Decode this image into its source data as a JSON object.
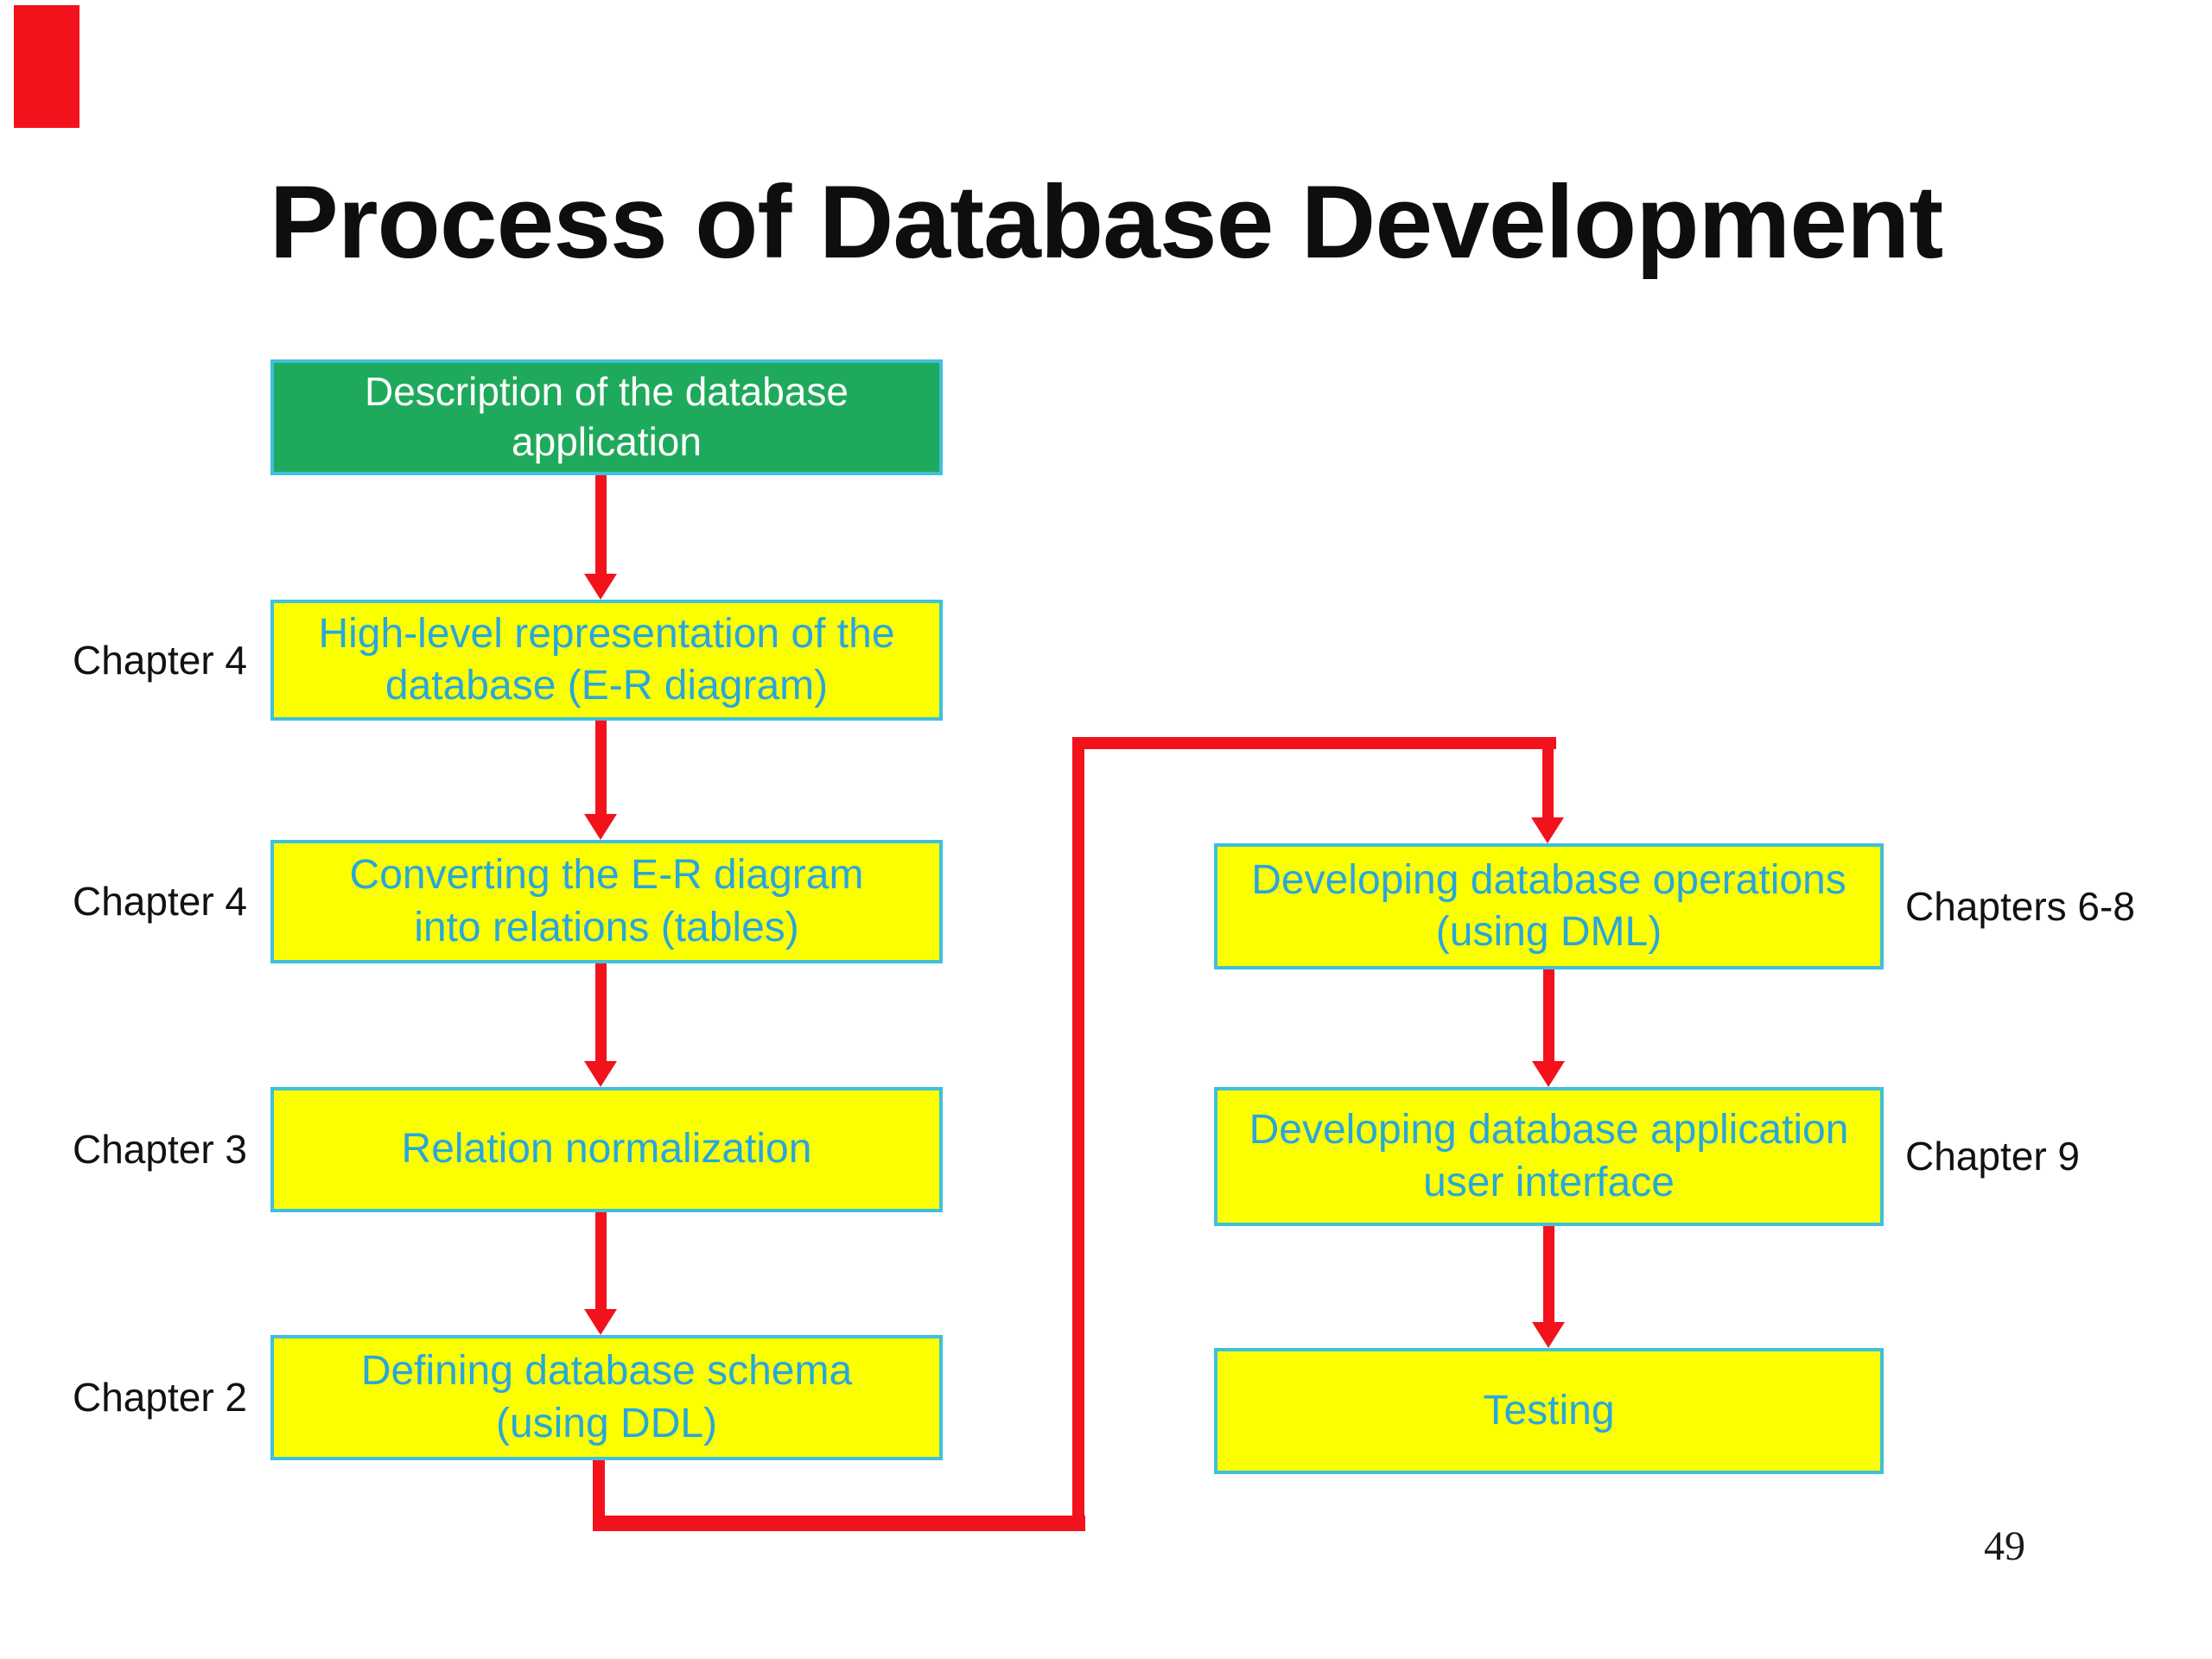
{
  "slide": {
    "title": "Process of Database Development",
    "page_number": "49"
  },
  "colors": {
    "background": "#ffffff",
    "title_text": "#0e0e0e",
    "green_box": "#1fa95c",
    "yellow_box": "#fbff00",
    "box_border": "#3fc0dc",
    "box_text": "#29a7db",
    "arrow_red": "#f2121c"
  },
  "flowchart": {
    "start": {
      "label": "Description of the database\napplication"
    },
    "left_column": [
      {
        "id": "er-representation",
        "label": "High-level representation of the\ndatabase (E-R diagram)",
        "chapter": "Chapter 4"
      },
      {
        "id": "er-to-relations",
        "label": "Converting the E-R diagram\ninto relations (tables)",
        "chapter": "Chapter 4"
      },
      {
        "id": "normalization",
        "label": "Relation normalization",
        "chapter": "Chapter 3"
      },
      {
        "id": "define-schema",
        "label": "Defining database schema\n(using DDL)",
        "chapter": "Chapter 2"
      }
    ],
    "right_column": [
      {
        "id": "db-operations",
        "label": "Developing database operations\n(using DML)",
        "chapter": "Chapters 6-8"
      },
      {
        "id": "app-interface",
        "label": "Developing database application\nuser interface",
        "chapter": "Chapter 9"
      },
      {
        "id": "testing",
        "label": "Testing",
        "chapter": ""
      }
    ]
  }
}
